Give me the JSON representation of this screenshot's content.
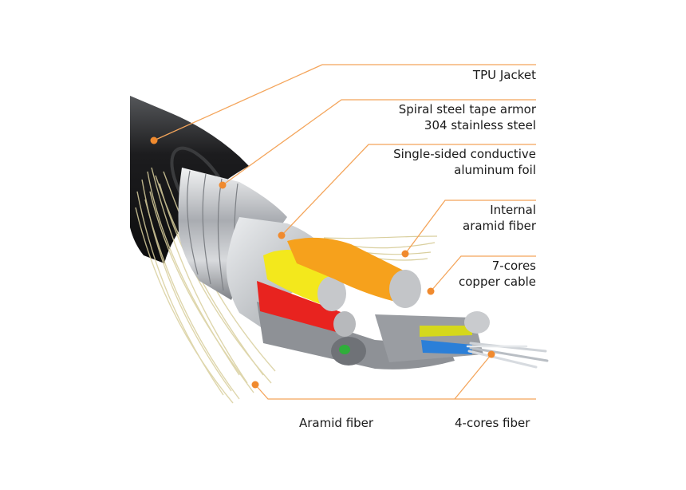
{
  "labels": {
    "tpu": [
      "TPU Jacket"
    ],
    "armor": [
      "Spiral steel tape armor",
      "304 stainless steel"
    ],
    "foil": [
      "Single-sided conductive",
      "aluminum foil"
    ],
    "internal_aramid": [
      "Internal",
      "aramid fiber"
    ],
    "copper": [
      "7-cores",
      "copper cable"
    ],
    "aramid": [
      "Aramid fiber"
    ],
    "fiber": [
      "4-cores fiber"
    ]
  },
  "colors": {
    "leader": "#f4a55b",
    "dot": "#f08a2e",
    "jacket": "#1d1d1f",
    "steel": "#b9bcc0",
    "foil": "#d3d6da",
    "yellow_core": "#f3e81c",
    "orange_core": "#f6a11c",
    "red_core": "#e8231f",
    "grey_core": "#8e9196",
    "green_core": "#2fae3a",
    "blue_core": "#2b7fd8",
    "fiber": "#d9cf9e"
  }
}
